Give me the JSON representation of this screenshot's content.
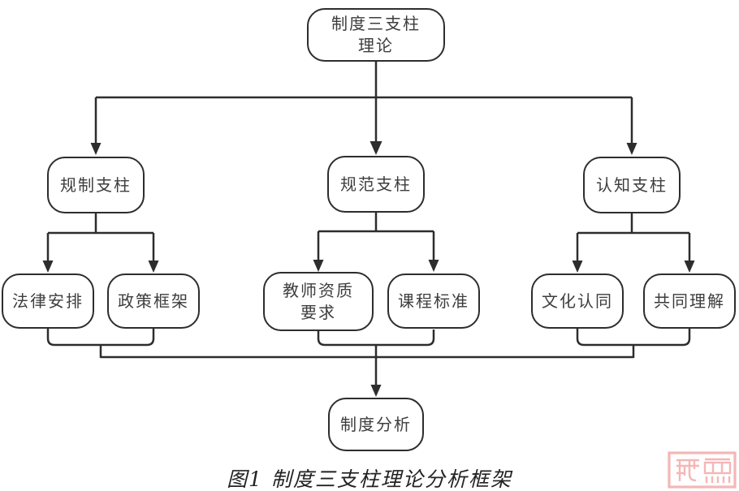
{
  "caption": "图1 制度三支柱理论分析框架",
  "nodes": {
    "root": {
      "line1": "制度三支柱",
      "line2": "理论"
    },
    "regulative": {
      "label": "规制支柱"
    },
    "normative": {
      "label": "规范支柱"
    },
    "cognitive": {
      "label": "认知支柱"
    },
    "legal": {
      "label": "法律安排"
    },
    "policy": {
      "label": "政策框架"
    },
    "teacher": {
      "line1": "教师资质",
      "line2": "要求"
    },
    "curriculum": {
      "label": "课程标准"
    },
    "culture": {
      "label": "文化认同"
    },
    "shared": {
      "label": "共同理解"
    },
    "analysis": {
      "label": "制度分析"
    }
  },
  "colors": {
    "line": "#2d2d2d",
    "node_fill": "#ffffff",
    "text": "#3d3d3d",
    "watermark_pink": "#f5b6b6"
  }
}
